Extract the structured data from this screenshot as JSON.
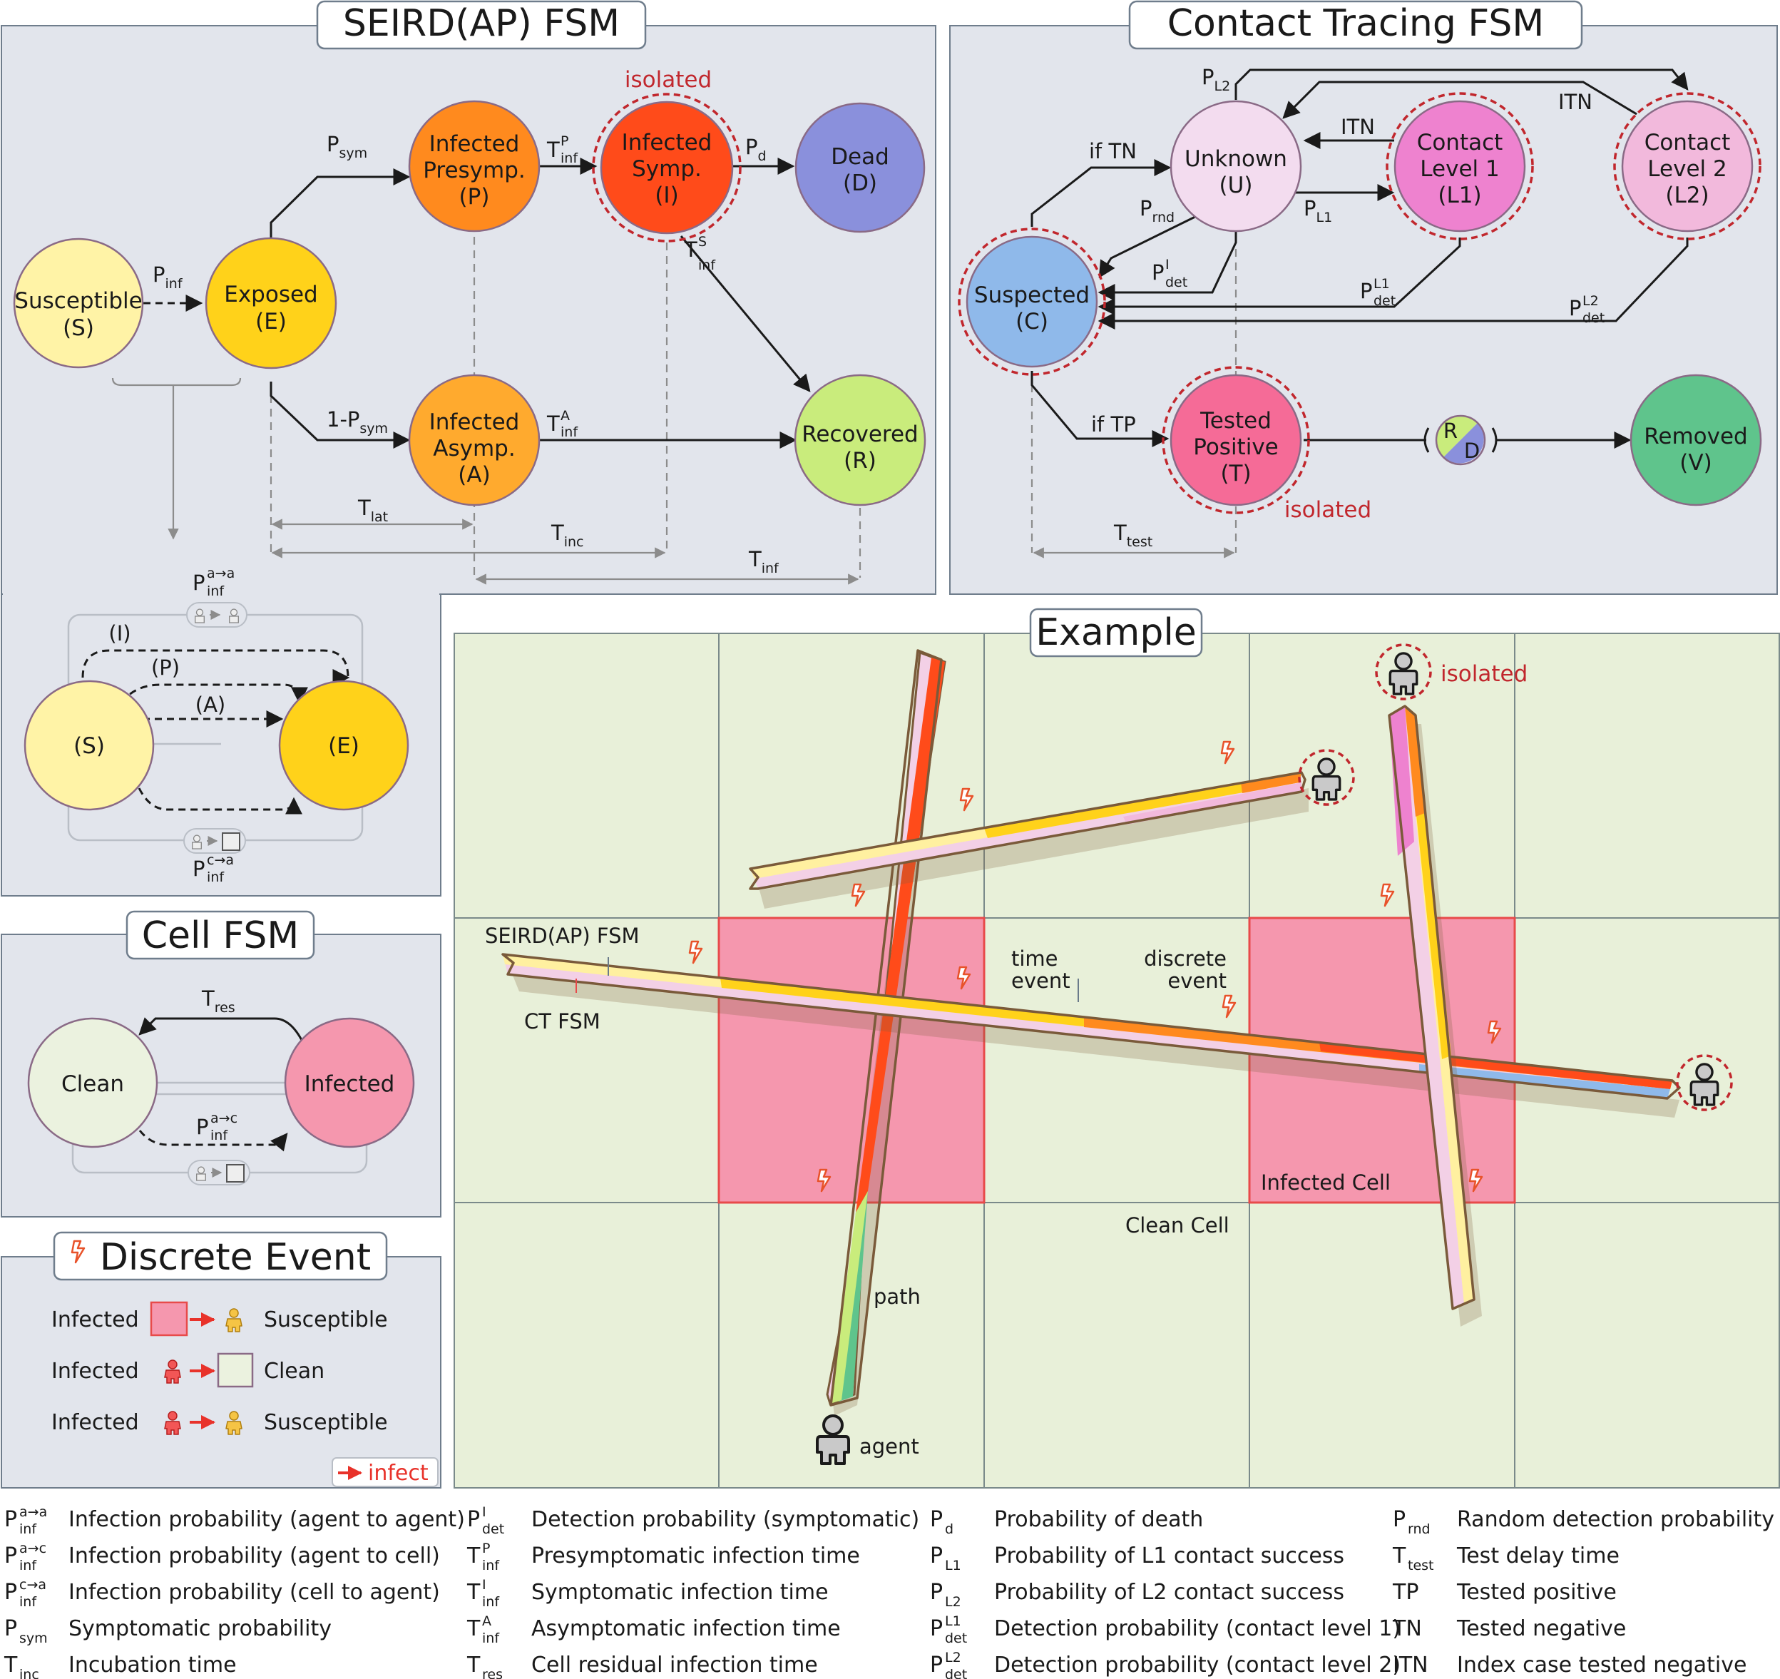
{
  "panels": {
    "seird_title": "SEIRD(AP) FSM",
    "ct_title": "Contact Tracing FSM",
    "cell_title": "Cell FSM",
    "event_title": "Discrete Event",
    "example_title": "Example"
  },
  "seird": {
    "states": [
      {
        "id": "S",
        "line1": "Susceptible",
        "line2": "(S)",
        "color": "#fff3a6"
      },
      {
        "id": "E",
        "line1": "Exposed",
        "line2": "(E)",
        "color": "#ffd21a"
      },
      {
        "id": "P",
        "line1": "Infected",
        "line2": "Presymp.",
        "line3": "(P)",
        "color": "#ff8a1e"
      },
      {
        "id": "I",
        "line1": "Infected",
        "line2": "Symp.",
        "line3": "(I)",
        "color": "#ff4b1a"
      },
      {
        "id": "D",
        "line1": "Dead",
        "line2": "(D)",
        "color": "#8a90dc"
      },
      {
        "id": "A",
        "line1": "Infected",
        "line2": "Asymp.",
        "line3": "(A)",
        "color": "#ffaa2e"
      },
      {
        "id": "R",
        "line1": "Recovered",
        "line2": "(R)",
        "color": "#c9ec7c"
      }
    ],
    "isolated": "isolated",
    "edges": {
      "p_inf": {
        "main": "P",
        "sub": "inf"
      },
      "p_sym": {
        "main": "P",
        "sub": "sym"
      },
      "one_minus_p_sym": {
        "main": "1-P",
        "sub": "sym"
      },
      "t_inf_p": {
        "main": "T",
        "sup": "P",
        "sub": "inf"
      },
      "t_inf_a": {
        "main": "T",
        "sup": "A",
        "sub": "inf"
      },
      "t_inf_s": {
        "main": "T",
        "sup": "S",
        "sub": "inf"
      },
      "p_d": {
        "main": "P",
        "sub": "d"
      }
    },
    "spans": {
      "t_lat": {
        "main": "T",
        "sub": "lat"
      },
      "t_inc": {
        "main": "T",
        "sub": "inc"
      },
      "t_inf": {
        "main": "T",
        "sub": "inf"
      }
    },
    "inset": {
      "s_label": "(S)",
      "e_label": "(E)",
      "paths": [
        "(I)",
        "(P)",
        "(A)"
      ],
      "top": {
        "main": "P",
        "sup": "a→a",
        "sub": "inf"
      },
      "bottom": {
        "main": "P",
        "sup": "c→a",
        "sub": "inf"
      }
    }
  },
  "contact_tracing": {
    "states": [
      {
        "id": "U",
        "line1": "Unknown",
        "line2": "(U)",
        "color": "#f3dcef"
      },
      {
        "id": "L1",
        "line1": "Contact",
        "line2": "Level 1",
        "line3": "(L1)",
        "color": "#ee82cf"
      },
      {
        "id": "L2",
        "line1": "Contact",
        "line2": "Level 2",
        "line3": "(L2)",
        "color": "#f2b9dc"
      },
      {
        "id": "C",
        "line1": "Suspected",
        "line2": "(C)",
        "color": "#8fb9ea"
      },
      {
        "id": "T",
        "line1": "Tested",
        "line2": "Positive",
        "line3": "(T)",
        "color": "#f56b97"
      },
      {
        "id": "V",
        "line1": "Removed",
        "line2": "(V)",
        "color": "#5fc48c"
      }
    ],
    "rd": {
      "r": "R",
      "d": "D"
    },
    "isolated": "isolated",
    "labels": {
      "p_l2": {
        "main": "P",
        "sub": "L2"
      },
      "itn_top": "ITN",
      "itn_mid": "ITN",
      "if_tn": "if TN",
      "p_rnd": {
        "main": "P",
        "sub": "rnd"
      },
      "p_l1": {
        "main": "P",
        "sub": "L1"
      },
      "p_det_i": {
        "main": "P",
        "sup": "I",
        "sub": "det"
      },
      "p_det_l1": {
        "main": "P",
        "sup": "L1",
        "sub": "det"
      },
      "p_det_l2": {
        "main": "P",
        "sup": "L2",
        "sub": "det"
      },
      "if_tp": "if TP",
      "t_test": {
        "main": "T",
        "sub": "test"
      }
    }
  },
  "cell_fsm": {
    "clean": "Clean",
    "infected": "Infected",
    "t_res": {
      "main": "T",
      "sub": "res"
    },
    "p_inf_ac": {
      "main": "P",
      "sup": "a→c",
      "sub": "inf"
    }
  },
  "discrete_event": {
    "rows": [
      {
        "left": "Infected",
        "right": "Susceptible"
      },
      {
        "left": "Infected",
        "right": "Clean"
      },
      {
        "left": "Infected",
        "right": "Susceptible"
      }
    ],
    "infect_key": "infect"
  },
  "example": {
    "labels": {
      "seird_fsm": "SEIRD(AP) FSM",
      "ct_fsm": "CT FSM",
      "time1": "time",
      "time2": "event",
      "disc1": "discrete",
      "disc2": "event",
      "infected_cell": "Infected Cell",
      "clean_cell": "Clean Cell",
      "path": "path",
      "agent": "agent",
      "isolated": "isolated"
    }
  },
  "glossary": [
    {
      "main": "P",
      "sup": "a→a",
      "sub": "inf",
      "desc": "Infection probability (agent to agent)"
    },
    {
      "main": "P",
      "sup": "a→c",
      "sub": "inf",
      "desc": "Infection probability (agent to cell)"
    },
    {
      "main": "P",
      "sup": "c→a",
      "sub": "inf",
      "desc": "Infection probability (cell to agent)"
    },
    {
      "main": "P",
      "sup": "",
      "sub": "sym",
      "desc": "Symptomatic probability"
    },
    {
      "main": "T",
      "sup": "",
      "sub": "inc",
      "desc": "Incubation time"
    },
    {
      "main": "P",
      "sup": "I",
      "sub": "det",
      "desc": "Detection probability (symptomatic)"
    },
    {
      "main": "T",
      "sup": "P",
      "sub": "inf",
      "desc": "Presymptomatic infection time"
    },
    {
      "main": "T",
      "sup": "I",
      "sub": "inf",
      "desc": "Symptomatic infection time"
    },
    {
      "main": "T",
      "sup": "A",
      "sub": "inf",
      "desc": "Asymptomatic infection time"
    },
    {
      "main": "T",
      "sup": "",
      "sub": "res",
      "desc": "Cell residual infection time"
    },
    {
      "main": "P",
      "sup": "",
      "sub": "d",
      "desc": "Probability of death"
    },
    {
      "main": "P",
      "sup": "",
      "sub": "L1",
      "desc": "Probability of L1 contact success"
    },
    {
      "main": "P",
      "sup": "",
      "sub": "L2",
      "desc": "Probability of L2 contact success"
    },
    {
      "main": "P",
      "sup": "L1",
      "sub": "det",
      "desc": "Detection probability (contact level 1)"
    },
    {
      "main": "P",
      "sup": "L2",
      "sub": "det",
      "desc": "Detection probability (contact level 2)"
    },
    {
      "main": "P",
      "sup": "",
      "sub": "rnd",
      "desc": "Random detection probability"
    },
    {
      "main": "T",
      "sup": "",
      "sub": "test",
      "desc": "Test delay time"
    },
    {
      "main": "TP",
      "sup": "",
      "sub": "",
      "desc": "Tested positive"
    },
    {
      "main": "TN",
      "sup": "",
      "sub": "",
      "desc": "Tested negative"
    },
    {
      "main": "ITN",
      "sup": "",
      "sub": "",
      "desc": "Index case tested negative"
    }
  ]
}
